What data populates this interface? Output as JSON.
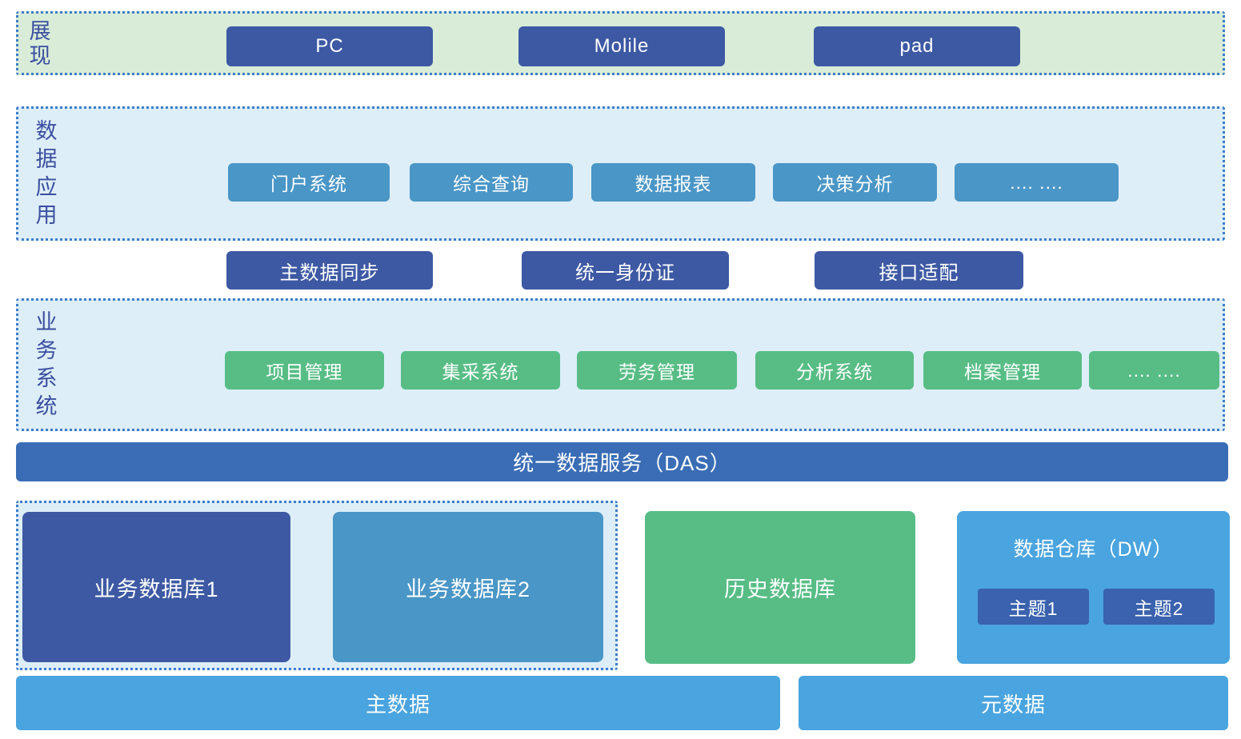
{
  "colors": {
    "dark_blue": "#3d59a4",
    "mid_blue": "#4a96c7",
    "green": "#57bd85",
    "light_blue": "#4aa4df",
    "das_blue": "#3a6db6",
    "topic_blue": "#3a62ae",
    "zone_green_bg": "#d9ecd8",
    "zone_blue_bg": "#ddeef8",
    "dotted_border": "#3e7dc8",
    "zone_label_text": "#3b4fa0"
  },
  "zones": {
    "presentation": {
      "label": "展现",
      "items": [
        "PC",
        "Molile",
        "pad"
      ]
    },
    "data_application": {
      "label": "数据应用",
      "items": [
        "门户系统",
        "综合查询",
        "数据报表",
        "决策分析",
        ".... ...."
      ]
    },
    "middleware": {
      "items": [
        "主数据同步",
        "统一身份证",
        "接口适配"
      ]
    },
    "business_systems": {
      "label": "业务系统",
      "items": [
        "项目管理",
        "集采系统",
        "劳务管理",
        "分析系统",
        "档案管理",
        ".... ...."
      ]
    },
    "das": {
      "label": "统一数据服务（DAS）"
    },
    "storage": {
      "business_db_1": "业务数据库1",
      "business_db_2": "业务数据库2",
      "history_db": "历史数据库",
      "data_warehouse": {
        "title": "数据仓库（DW）",
        "topics": [
          "主题1",
          "主题2"
        ]
      }
    },
    "foundation": {
      "master_data": "主数据",
      "meta_data": "元数据"
    }
  }
}
